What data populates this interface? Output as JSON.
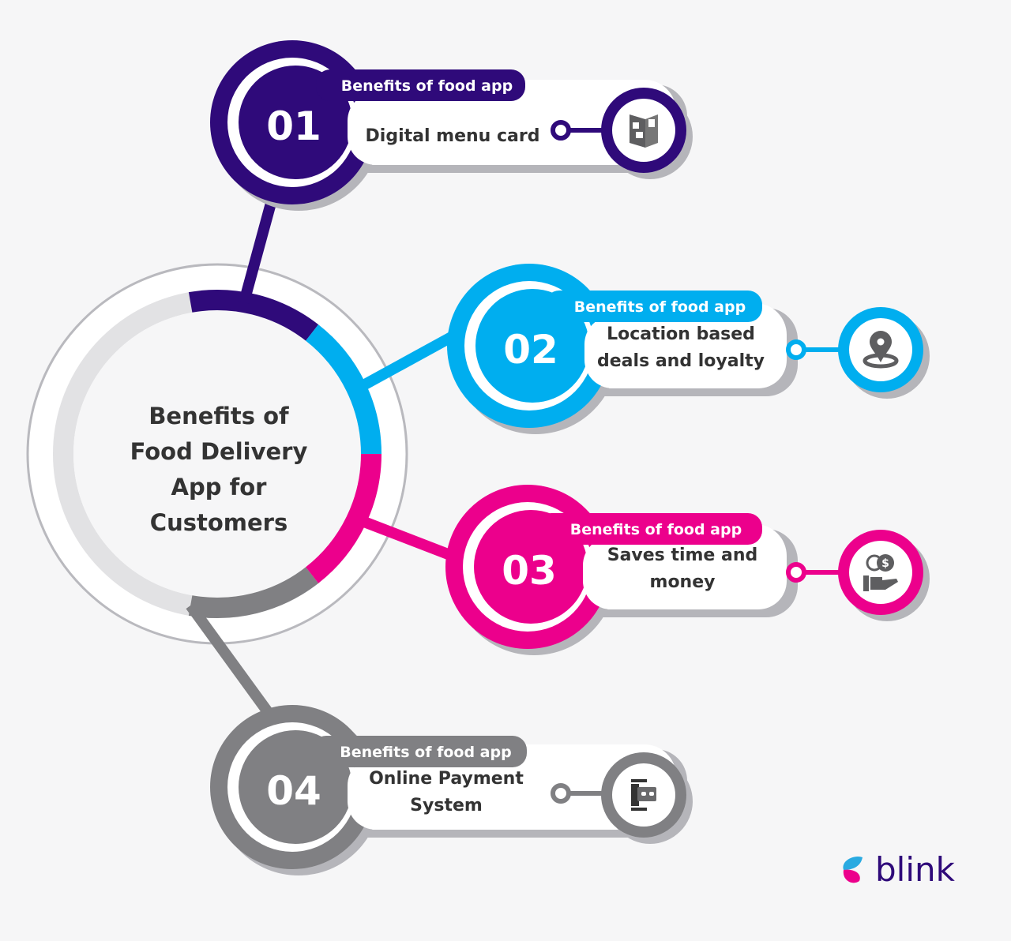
{
  "center": {
    "title_lines": [
      "Benefits of",
      "Food Delivery",
      "App for",
      "Customers"
    ]
  },
  "items": [
    {
      "number": "01",
      "tag": "Benefits of food app",
      "text_lines": [
        "Digital menu card"
      ],
      "icon": "menu-card-icon",
      "color": "#2f0a7a"
    },
    {
      "number": "02",
      "tag": "Benefits of food app",
      "text_lines": [
        "Location based",
        "deals and loyalty"
      ],
      "icon": "location-pin-icon",
      "color": "#00aeef"
    },
    {
      "number": "03",
      "tag": "Benefits of food app",
      "text_lines": [
        "Saves time and",
        "money"
      ],
      "icon": "money-hand-icon",
      "color": "#ec008c"
    },
    {
      "number": "04",
      "tag": "Benefits of food app",
      "text_lines": [
        "Online Payment",
        "System"
      ],
      "icon": "card-payment-icon",
      "color": "#808083"
    }
  ],
  "brand": {
    "name": "blink",
    "logo": "butterfly-logo-icon"
  },
  "colors": {
    "text": "#333333",
    "ring_light": "#e0e0e2",
    "shadow": "#b0b0b5"
  }
}
